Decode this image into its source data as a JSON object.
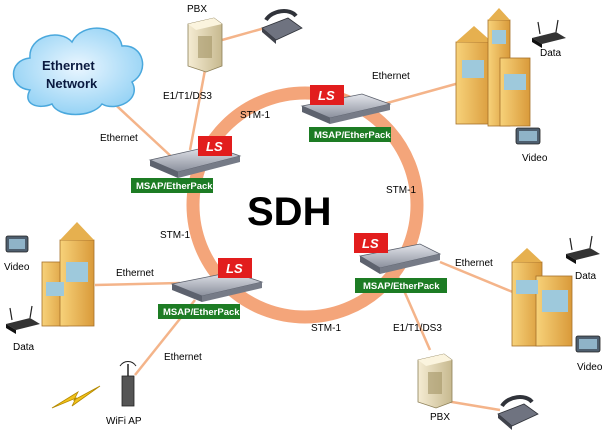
{
  "diagram": {
    "title": "SDH",
    "cloud": {
      "line1": "Ethernet",
      "line2": "Network"
    },
    "nodes": [
      {
        "label": "MSAP/EtherPack",
        "badge": "LS"
      },
      {
        "label": "MSAP/EtherPack",
        "badge": "LS"
      },
      {
        "label": "MSAP/EtherPack",
        "badge": "LS"
      },
      {
        "label": "MSAP/EtherPack",
        "badge": "LS"
      }
    ],
    "links": {
      "stm1_top": "STM-1",
      "stm1_right": "STM-1",
      "stm1_left": "STM-1",
      "stm1_bottom": "STM-1",
      "eth_cloud": "Ethernet",
      "eth_topright": "Ethernet",
      "eth_left": "Ethernet",
      "eth_right": "Ethernet",
      "eth_wifi": "Ethernet",
      "e1_top": "E1/T1/DS3",
      "e1_bottom": "E1/T1/DS3"
    },
    "devices": {
      "pbx_top": "PBX",
      "pbx_bottom": "PBX",
      "data_topright": "Data",
      "video_topright": "Video",
      "video_left": "Video",
      "data_left": "Data",
      "data_right": "Data",
      "video_right": "Video",
      "wifi": "WiFi AP"
    }
  }
}
